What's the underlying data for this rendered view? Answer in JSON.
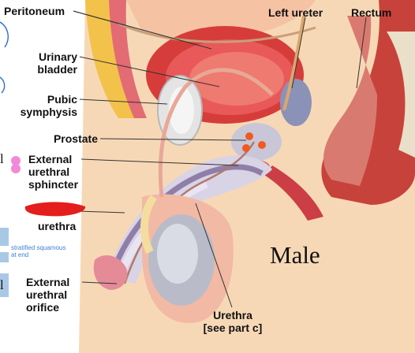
{
  "labels": {
    "peritoneum": "Peritoneum",
    "left_ureter": "Left ureter",
    "rectum": "Rectum",
    "urinary_bladder": [
      "Urinary",
      "bladder"
    ],
    "pubic_symphysis": [
      "Pubic",
      "symphysis"
    ],
    "prostate": "Prostate",
    "external_urethral_sphincter": [
      "External",
      "urethral",
      "sphincter"
    ],
    "spongy_urethra": "urethra",
    "external_urethral_orifice": [
      "External",
      "urethral",
      "orifice"
    ],
    "urethra": [
      "Urethra",
      "[see part c]"
    ]
  },
  "annotations": {
    "male": "Male",
    "note": [
      "stratified squamous",
      "at end"
    ],
    "left_fragments": [
      "l",
      "l"
    ]
  },
  "colors": {
    "marker_orange": "#f05a1e",
    "marker_pink": "#f08ad8",
    "redaction_red": "#e41d1d",
    "pen_blue": "#2c6fd0"
  }
}
